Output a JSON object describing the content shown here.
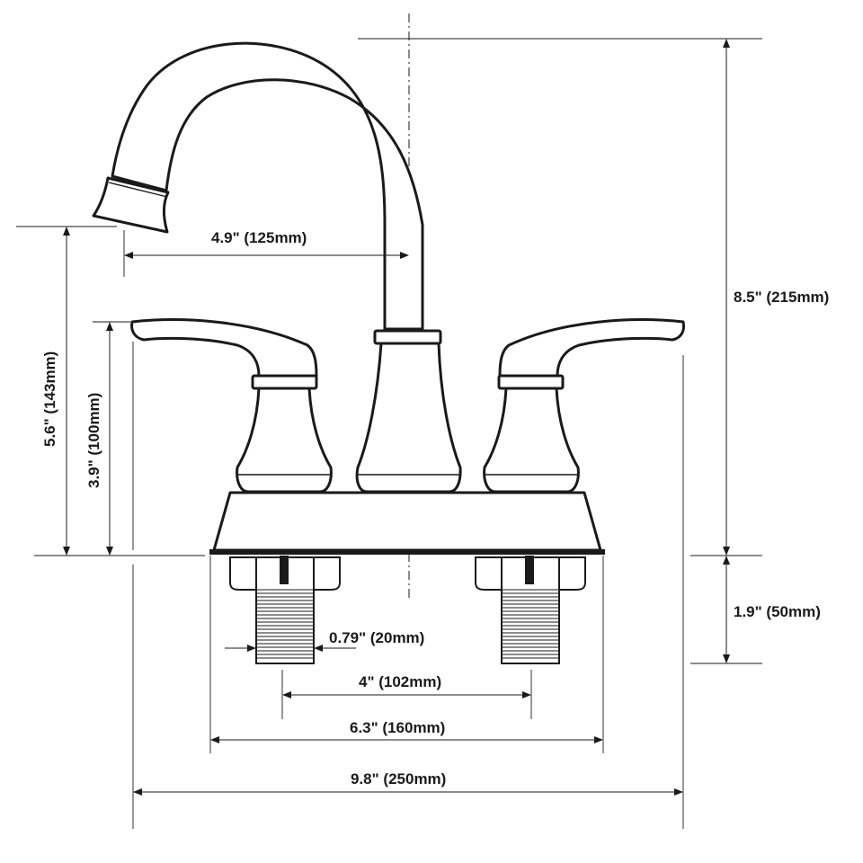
{
  "dimensions": {
    "spout_reach": "4.9\" (125mm)",
    "total_height": "8.5\" (215mm)",
    "spout_height": "5.6\" (143mm)",
    "handle_height": "3.9\" (100mm)",
    "shank_length": "1.9\" (50mm)",
    "shank_diameter": "0.79\" (20mm)",
    "center_spacing": "4\" (102mm)",
    "base_width": "6.3\" (160mm)",
    "overall_width": "9.8\" (250mm)"
  },
  "colors": {
    "ink": "#1a1a1a",
    "background": "#ffffff"
  }
}
